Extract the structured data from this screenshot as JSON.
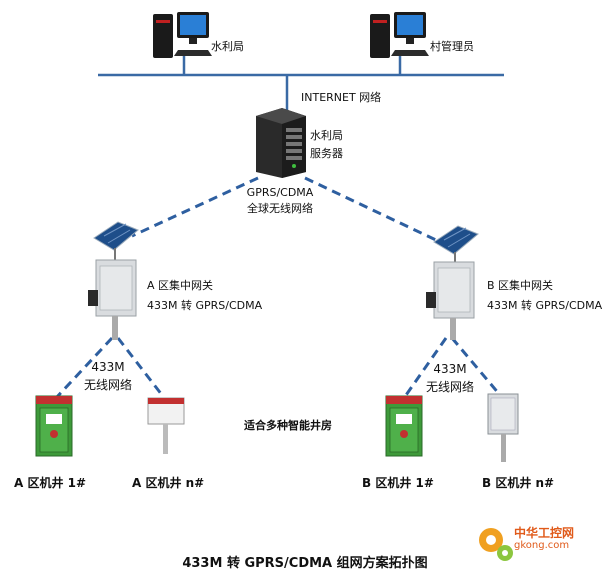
{
  "nodes": {
    "pc_left": {
      "label": "水利局"
    },
    "pc_right": {
      "label": "村管理员"
    },
    "internet": {
      "label": "INTERNET 网络"
    },
    "server": {
      "line1": "水利局",
      "line2": "服务器"
    },
    "gprs": {
      "line1": "GPRS/CDMA",
      "line2": "全球无线网络"
    },
    "gateway_a": {
      "line1": "A 区集中网关",
      "line2": "433M 转 GPRS/CDMA"
    },
    "gateway_b": {
      "line1": "B 区集中网关",
      "line2": "433M 转 GPRS/CDMA"
    },
    "wireless_a": {
      "line1": "433M",
      "line2": "无线网络"
    },
    "wireless_b": {
      "line1": "433M",
      "line2": "无线网络"
    },
    "center_note": "适合多种智能井房",
    "well_a1": "A 区机井 1#",
    "well_an": "A 区机井 n#",
    "well_b1": "B 区机井 1#",
    "well_bn": "B 区机井 n#"
  },
  "title": "433M 转 GPRS/CDMA 组网方案拓扑图",
  "watermark": {
    "text": "中华工控网",
    "url": "gkong.com"
  },
  "colors": {
    "wire": "#3a6aa5",
    "dash": "#2e5fa0",
    "cabinet_green": "#3e9a3a",
    "cabinet_red": "#c23030",
    "box_gray": "#d9dcdf",
    "watermark": "#e05a1a"
  }
}
